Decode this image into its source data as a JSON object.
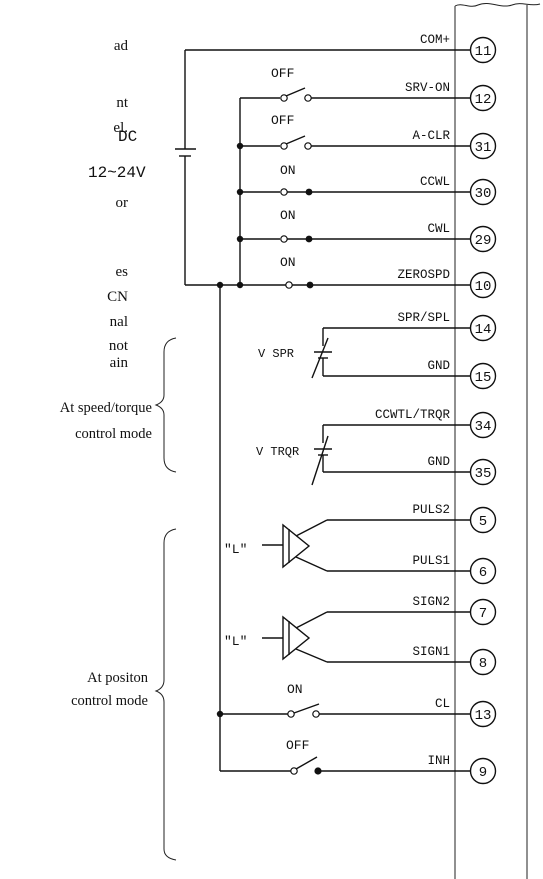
{
  "left_text_fragments": [
    "ad",
    "nt",
    "el.",
    "or",
    "es",
    "CN",
    "nal",
    "not",
    "ain"
  ],
  "supply": {
    "type_label": "DC",
    "voltage_label": "12~24V"
  },
  "mode_labels": {
    "speed_torque": [
      "At speed/torque",
      "control mode"
    ],
    "position": [
      "At positon",
      "control mode"
    ]
  },
  "switch_states": {
    "srv_on": "OFF",
    "a_clr": "OFF",
    "ccwl": "ON",
    "cwl": "ON",
    "zerospd": "ON",
    "cl": "ON",
    "inh": "OFF"
  },
  "sources": {
    "speed": "V SPR",
    "torque": "V TRQR"
  },
  "logic_level": {
    "puls": "\"L\"",
    "sign": "\"L\""
  },
  "terminals": [
    {
      "signal": "COM+",
      "pin": "11"
    },
    {
      "signal": "SRV-ON",
      "pin": "12"
    },
    {
      "signal": "A-CLR",
      "pin": "31"
    },
    {
      "signal": "CCWL",
      "pin": "30"
    },
    {
      "signal": "CWL",
      "pin": "29"
    },
    {
      "signal": "ZEROSPD",
      "pin": "10"
    },
    {
      "signal": "SPR/SPL",
      "pin": "14"
    },
    {
      "signal": "GND",
      "pin": "15"
    },
    {
      "signal": "CCWTL/TRQR",
      "pin": "34"
    },
    {
      "signal": "GND",
      "pin": "35"
    },
    {
      "signal": "PULS2",
      "pin": "5"
    },
    {
      "signal": "PULS1",
      "pin": "6"
    },
    {
      "signal": "SIGN2",
      "pin": "7"
    },
    {
      "signal": "SIGN1",
      "pin": "8"
    },
    {
      "signal": "CL",
      "pin": "13"
    },
    {
      "signal": "INH",
      "pin": "9"
    }
  ]
}
